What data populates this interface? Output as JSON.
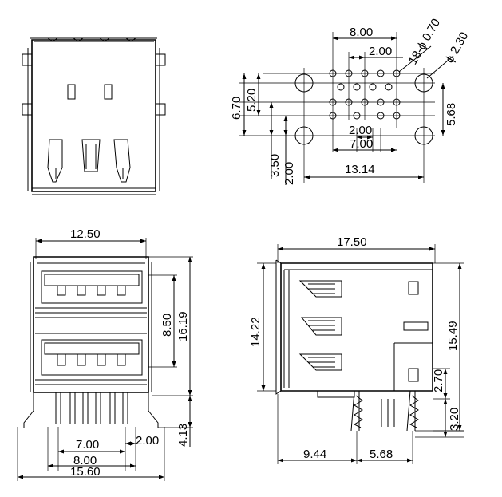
{
  "top_right": {
    "d_800": "8.00",
    "d_200_top": "2.00",
    "d_holes": "18-ϕ 0.70",
    "d_phi": "ϕ 2.30",
    "d_670": "6.70",
    "d_520": "5.20",
    "d_568": "5.68",
    "d_200_mid": "2.00",
    "d_700": "7.00",
    "d_350": "3.50",
    "d_200_left": "2.00",
    "d_1314": "13.14"
  },
  "bottom_left": {
    "d_1250": "12.50",
    "d_850": "8.50",
    "d_1619": "16.19",
    "d_413": "4.13",
    "d_700": "7.00",
    "d_200": "2.00",
    "d_800": "8.00",
    "d_1560": "15.60"
  },
  "bottom_right": {
    "d_1750": "17.50",
    "d_1422": "14.22",
    "d_1549": "15.49",
    "d_270": "2.70",
    "d_320": "3.20",
    "d_944": "9.44",
    "d_568": "5.68"
  }
}
